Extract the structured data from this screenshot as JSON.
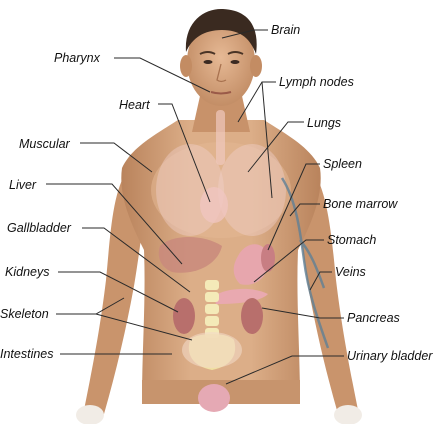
{
  "diagram": {
    "labels": {
      "brain": "Brain",
      "pharynx": "Pharynx",
      "lymph_nodes": "Lymph nodes",
      "heart": "Heart",
      "lungs": "Lungs",
      "muscular": "Muscular",
      "spleen": "Spleen",
      "liver": "Liver",
      "bone_marrow": "Bone marrow",
      "gallbladder": "Gallbladder",
      "stomach": "Stomach",
      "kidneys": "Kidneys",
      "veins": "Veins",
      "skeleton": "Skeleton",
      "pancreas": "Pancreas",
      "intestines": "Intestines",
      "urinary_bladder": "Urinary bladder"
    }
  },
  "colors": {
    "skin": "#d9a77f",
    "skin_shadow": "#b9835c",
    "hair": "#3a2a20",
    "background": "#ffffff",
    "organ_pink": "#e7a6ad",
    "liver": "#c98a7c",
    "kidney": "#b86f6c",
    "bone": "#f4eab8",
    "vein": "#5f7f96",
    "label_text": "#111111",
    "leader_line": "#2a2a2a"
  }
}
